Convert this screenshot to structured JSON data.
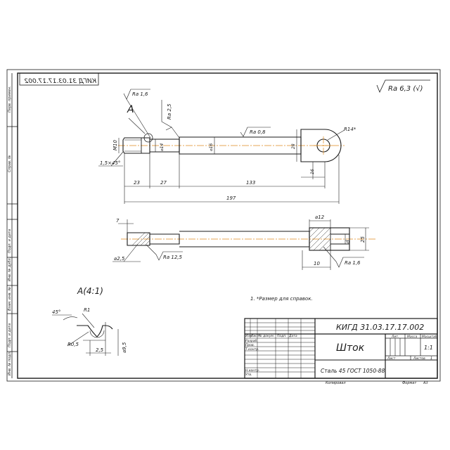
{
  "frame": {
    "side_labels": [
      "Перв. примен.",
      "Справ. №",
      "Подп. и дата",
      "Инв. № дубл.",
      "Взам. инв. №",
      "Подп. и дата",
      "Инв. № подл."
    ]
  },
  "drawing": {
    "code_mirrored": "КИГД 31.03.17.17.002",
    "roughness_general": "Ra 6,3 (√)",
    "view_a_label": "A",
    "detail_label": "A(4:1)"
  },
  "dims_main": {
    "ra16": "Ra 1,6",
    "ra25": "Ra 2,5",
    "ra08": "Ra 0,8",
    "m10": "M10",
    "d14": "⌀14",
    "d16": "⌀16",
    "h28": "28",
    "r14": "R14*",
    "d16b": "16",
    "chamfer": "1,5×45°",
    "l23": "23",
    "l27": "27",
    "l133": "133",
    "l197": "197"
  },
  "dims_section": {
    "l7": "7",
    "d25": "⌀2,5",
    "ra125": "Ra 12,5",
    "d12": "⌀12",
    "d": "d",
    "h25": "25",
    "l10": "10",
    "ra16": "Ra 1,6"
  },
  "dims_detail": {
    "a45": "45°",
    "r1": "R1",
    "r05": "R0,5",
    "l25": "2,5",
    "d95": "⌀9,5"
  },
  "notes": {
    "note1": "1. *Размер для справок."
  },
  "title_block": {
    "code": "КИГД 31.03.17.17.002",
    "name": "Шток",
    "material": "Сталь 45 ГОСТ 1050-88",
    "col_lit": "Лит.",
    "col_mass": "Масса",
    "col_scale": "Масштаб",
    "scale": "1:1",
    "sheet": "Лист",
    "sheets": "Листов",
    "sheets_count": "1",
    "izm": "Изм.",
    "list": "Лист",
    "doc": "№ докум.",
    "sign": "Подп.",
    "date": "Дата",
    "razrab": "Разраб.",
    "prov": "Пров.",
    "tkontr": "Т.контр.",
    "nkontr": "Н.контр.",
    "utv": "Утв.",
    "copied": "Копировал",
    "format": "Формат",
    "format_val": "A3"
  }
}
